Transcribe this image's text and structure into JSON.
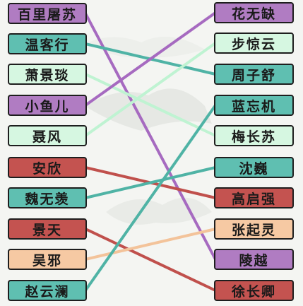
{
  "left_items": [
    {
      "label": "百里屠苏",
      "color": "purple"
    },
    {
      "label": "温客行",
      "color": "teal"
    },
    {
      "label": "萧景琰",
      "color": "mint"
    },
    {
      "label": "小鱼儿",
      "color": "purple"
    },
    {
      "label": "聂风",
      "color": "mint"
    },
    {
      "label": "安欣",
      "color": "red"
    },
    {
      "label": "魏无羡",
      "color": "teal"
    },
    {
      "label": "景天",
      "color": "red"
    },
    {
      "label": "吴邪",
      "color": "peach"
    },
    {
      "label": "赵云澜",
      "color": "teal"
    }
  ],
  "right_items": [
    {
      "label": "花无缺",
      "color": "purple"
    },
    {
      "label": "步惊云",
      "color": "mint"
    },
    {
      "label": "周子舒",
      "color": "teal"
    },
    {
      "label": "蓝忘机",
      "color": "teal"
    },
    {
      "label": "梅长苏",
      "color": "mint"
    },
    {
      "label": "沈巍",
      "color": "teal"
    },
    {
      "label": "高启强",
      "color": "red"
    },
    {
      "label": "张起灵",
      "color": "peach"
    },
    {
      "label": "陵越",
      "color": "purple"
    },
    {
      "label": "徐长卿",
      "color": "red"
    }
  ],
  "connections": [
    {
      "from": 0,
      "to": 8,
      "color": "#a66ac0"
    },
    {
      "from": 1,
      "to": 2,
      "color": "#4fb3a5"
    },
    {
      "from": 2,
      "to": 4,
      "color": "#bff3d2"
    },
    {
      "from": 3,
      "to": 0,
      "color": "#a66ac0"
    },
    {
      "from": 4,
      "to": 1,
      "color": "#bff3d2"
    },
    {
      "from": 5,
      "to": 6,
      "color": "#c0504c"
    },
    {
      "from": 6,
      "to": 5,
      "color": "#4fb3a5"
    },
    {
      "from": 7,
      "to": 9,
      "color": "#c0504c"
    },
    {
      "from": 8,
      "to": 7,
      "color": "#f3c39a"
    },
    {
      "from": 9,
      "to": 3,
      "color": "#4fb3a5"
    }
  ],
  "colors": {
    "purple": "#b07cc2",
    "teal": "#5fbfb1",
    "mint": "#d6f7e1",
    "red": "#c45350",
    "peach": "#f6c9a3"
  }
}
